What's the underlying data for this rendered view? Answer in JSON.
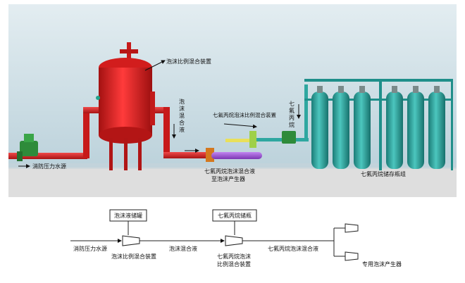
{
  "scene": {
    "labels": {
      "foam_proportioner": "泡沫比例混合装置",
      "foam_mixture_vertical": [
        "泡",
        "沫",
        "混",
        "合",
        "液"
      ],
      "heptafluoro_proportioner": "七氟丙烷泡沫比例混合装置",
      "heptafluoro_vertical": [
        "七",
        "氟",
        "丙",
        "烷"
      ],
      "fire_pressure_water": "消防压力水源",
      "mixture_to_generator_1": "七氟丙烷泡沫混合液",
      "mixture_to_generator_2": "至泡沫产生器",
      "storage_bottle_group": "七氟丙烷储存瓶组"
    }
  },
  "flow": {
    "foam_tank": "泡沫液储罐",
    "heptafluoro_bottle": "七氟丙烷储瓶",
    "fire_pressure_water": "消防压力水源",
    "foam_proportioner": "泡沫比例混合装置",
    "foam_mixture": "泡沫混合液",
    "heptafluoro_proportioner_1": "七氟丙烷泡沫",
    "heptafluoro_proportioner_2": "比例混合装置",
    "heptafluoro_foam_mixture": "七氟丙烷泡沫混合液",
    "dedicated_generator": "专用泡沫产生器"
  },
  "colors": {
    "wall": "#c9dbe3",
    "floor": "#dcdcdc",
    "tank_red": "#e02020",
    "pipe_red": "#d81e1e",
    "bottle_teal": "#2fa7a0",
    "frame_teal": "#1f8f8a",
    "valve_green": "#2e8b3a",
    "purple": "#9b4fd1"
  }
}
